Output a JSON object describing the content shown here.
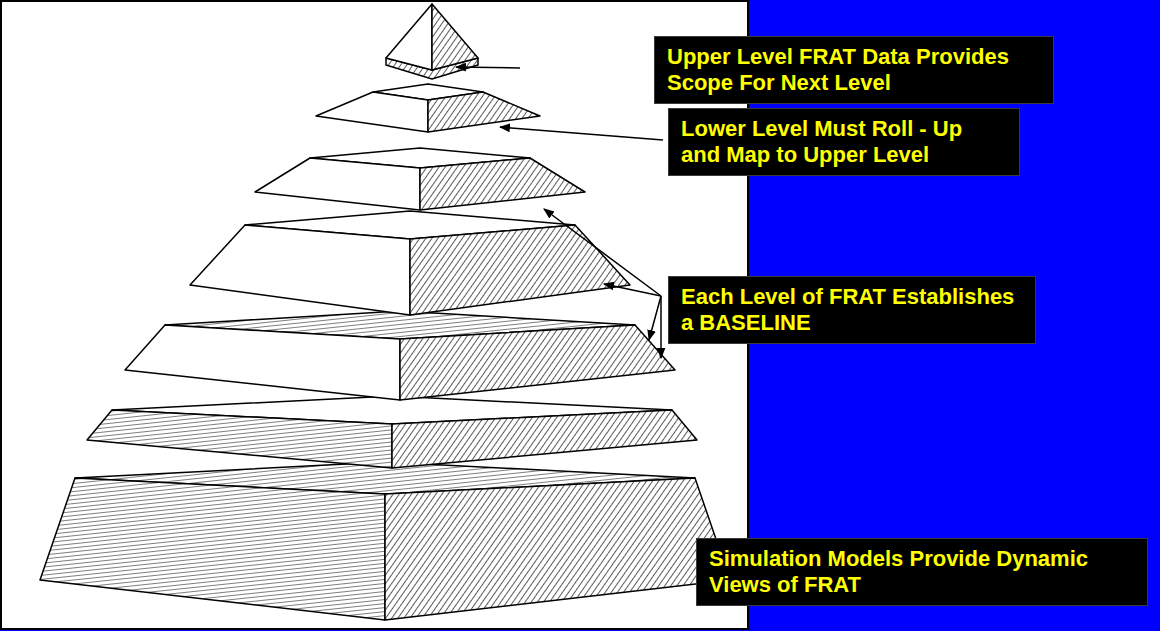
{
  "diagram": {
    "nodes": [
      {
        "text": [
          "Upper Level FRAT Data Provides Scope For Next Level"
        ]
      },
      {
        "text": [
          "Lower Level Must Roll - Up and Map to Upper Level"
        ]
      },
      {
        "text": [
          "Each Level of FRAT Establishes a BASELINE"
        ]
      },
      {
        "text": [
          "Simulation Models Provide Dynamic Views of FRAT"
        ]
      }
    ]
  }
}
